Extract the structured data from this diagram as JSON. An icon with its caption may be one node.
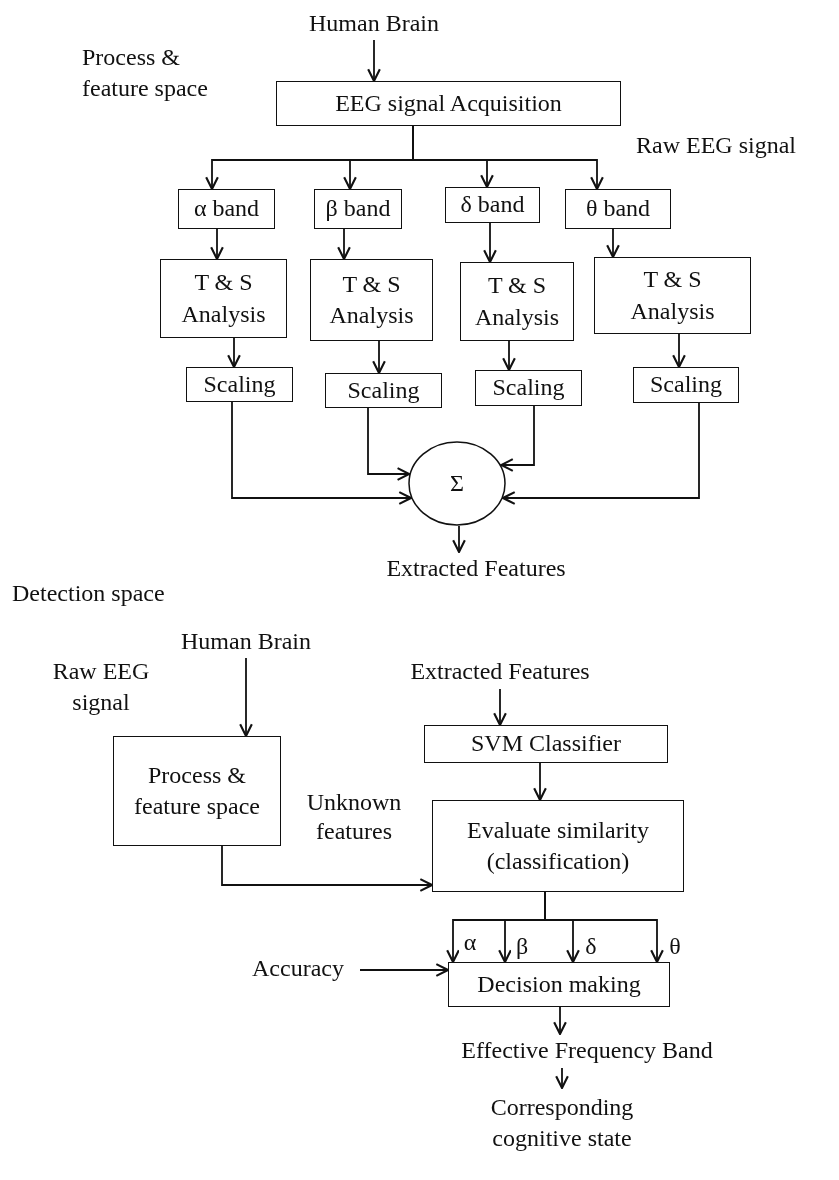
{
  "diagram": {
    "nodes": [
      {
        "text": [
          "Human Brain"
        ]
      },
      {
        "text": [
          "EEG signal Acquisition"
        ]
      },
      {
        "text": [
          "α band"
        ]
      },
      {
        "text": [
          "β band"
        ]
      },
      {
        "text": [
          "δ band"
        ]
      },
      {
        "text": [
          "θ band"
        ]
      },
      {
        "text": [
          "T & S Analysis"
        ]
      },
      {
        "text": [
          "T & S Analysis"
        ]
      },
      {
        "text": [
          "T & S Analysis"
        ]
      },
      {
        "text": [
          "T & S Analysis"
        ]
      },
      {
        "text": [
          "Scaling"
        ]
      },
      {
        "text": [
          "Scaling"
        ]
      },
      {
        "text": [
          "Scaling"
        ]
      },
      {
        "text": [
          "Scaling"
        ]
      },
      {
        "text": [
          "Σ"
        ]
      },
      {
        "text": [
          "Extracted Features"
        ]
      },
      {
        "text": [
          "Human Brain"
        ]
      },
      {
        "text": [
          "Process & feature space"
        ]
      },
      {
        "text": [
          "Extracted Features"
        ]
      },
      {
        "text": [
          "SVM Classifier"
        ]
      },
      {
        "text": [
          "Evaluate similarity (classification)"
        ]
      },
      {
        "text": [
          "Accuracy"
        ]
      },
      {
        "text": [
          "Decision making"
        ]
      },
      {
        "text": [
          "Effective Frequency Band"
        ]
      },
      {
        "text": [
          "Corresponding cognitive state"
        ]
      }
    ],
    "edges": [
      {
        "from": 0,
        "to": 1,
        "arrow": "to"
      },
      {
        "from": 1,
        "to": 2,
        "arrow": "to"
      },
      {
        "from": 1,
        "to": 3,
        "arrow": "to"
      },
      {
        "from": 1,
        "to": 4,
        "arrow": "to"
      },
      {
        "from": 1,
        "to": 5,
        "arrow": "to"
      },
      {
        "from": 2,
        "to": 6,
        "arrow": "to"
      },
      {
        "from": 3,
        "to": 7,
        "arrow": "to"
      },
      {
        "from": 4,
        "to": 8,
        "arrow": "to"
      },
      {
        "from": 5,
        "to": 9,
        "arrow": "to"
      },
      {
        "from": 6,
        "to": 10,
        "arrow": "to"
      },
      {
        "from": 7,
        "to": 11,
        "arrow": "to"
      },
      {
        "from": 8,
        "to": 12,
        "arrow": "to"
      },
      {
        "from": 9,
        "to": 13,
        "arrow": "to"
      },
      {
        "from": 10,
        "to": 14,
        "arrow": "to"
      },
      {
        "from": 11,
        "to": 14,
        "arrow": "to"
      },
      {
        "from": 12,
        "to": 14,
        "arrow": "to"
      },
      {
        "from": 13,
        "to": 14,
        "arrow": "to"
      },
      {
        "from": 14,
        "to": 15,
        "arrow": "to"
      },
      {
        "from": 16,
        "to": 17,
        "arrow": "to"
      },
      {
        "from": 18,
        "to": 19,
        "arrow": "to"
      },
      {
        "from": 19,
        "to": 20,
        "arrow": "to"
      },
      {
        "from": 17,
        "to": 20,
        "arrow": "to",
        "label": "Unknown features"
      },
      {
        "from": 20,
        "to": 22,
        "arrow": "to",
        "label": "α"
      },
      {
        "from": 20,
        "to": 22,
        "arrow": "to",
        "label": "β"
      },
      {
        "from": 20,
        "to": 22,
        "arrow": "to",
        "label": "δ"
      },
      {
        "from": 20,
        "to": 22,
        "arrow": "to",
        "label": "θ"
      },
      {
        "from": 21,
        "to": 22,
        "arrow": "to"
      },
      {
        "from": 22,
        "to": 23,
        "arrow": "to"
      },
      {
        "from": 23,
        "to": 24,
        "arrow": "to"
      }
    ],
    "labels": [
      "Process & feature space",
      "Raw EEG signal",
      "Detection space",
      "Raw EEG signal"
    ]
  }
}
